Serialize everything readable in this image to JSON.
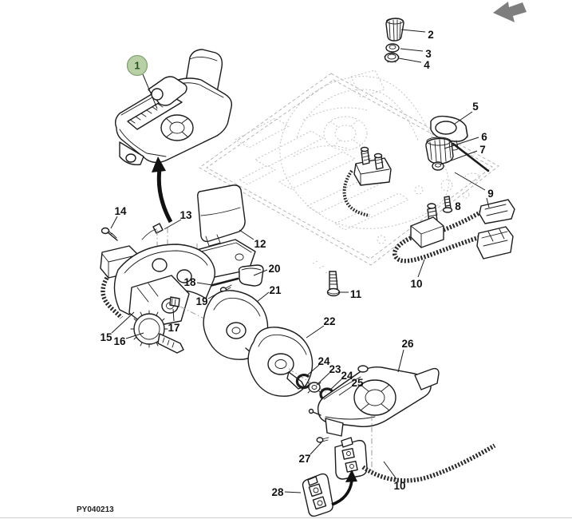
{
  "figure": {
    "code": "PY040213",
    "type": "exploded-parts-diagram",
    "highlighted_callout": "1"
  },
  "colors": {
    "highlight_fill": "#b9d0a6",
    "highlight_stroke": "#84a478",
    "highlight_text": "#26521e",
    "line": "#1c1c1c",
    "phantom": "#b5b5b5",
    "nav_arrow": "#7e7e7e"
  },
  "nav": {
    "back_arrow_icon": "back-arrow"
  },
  "callouts": [
    {
      "label": "1"
    },
    {
      "label": "2"
    },
    {
      "label": "3"
    },
    {
      "label": "4"
    },
    {
      "label": "5"
    },
    {
      "label": "6"
    },
    {
      "label": "7"
    },
    {
      "label": "8"
    },
    {
      "label": "9"
    },
    {
      "label": "10"
    },
    {
      "label": "11"
    },
    {
      "label": "12"
    },
    {
      "label": "13"
    },
    {
      "label": "14"
    },
    {
      "label": "15"
    },
    {
      "label": "16"
    },
    {
      "label": "17"
    },
    {
      "label": "18"
    },
    {
      "label": "19"
    },
    {
      "label": "20"
    },
    {
      "label": "21"
    },
    {
      "label": "22"
    },
    {
      "label": "24"
    },
    {
      "label": "23"
    },
    {
      "label": "24"
    },
    {
      "label": "25"
    },
    {
      "label": "26"
    },
    {
      "label": "27"
    },
    {
      "label": "28"
    },
    {
      "label": "10"
    }
  ]
}
